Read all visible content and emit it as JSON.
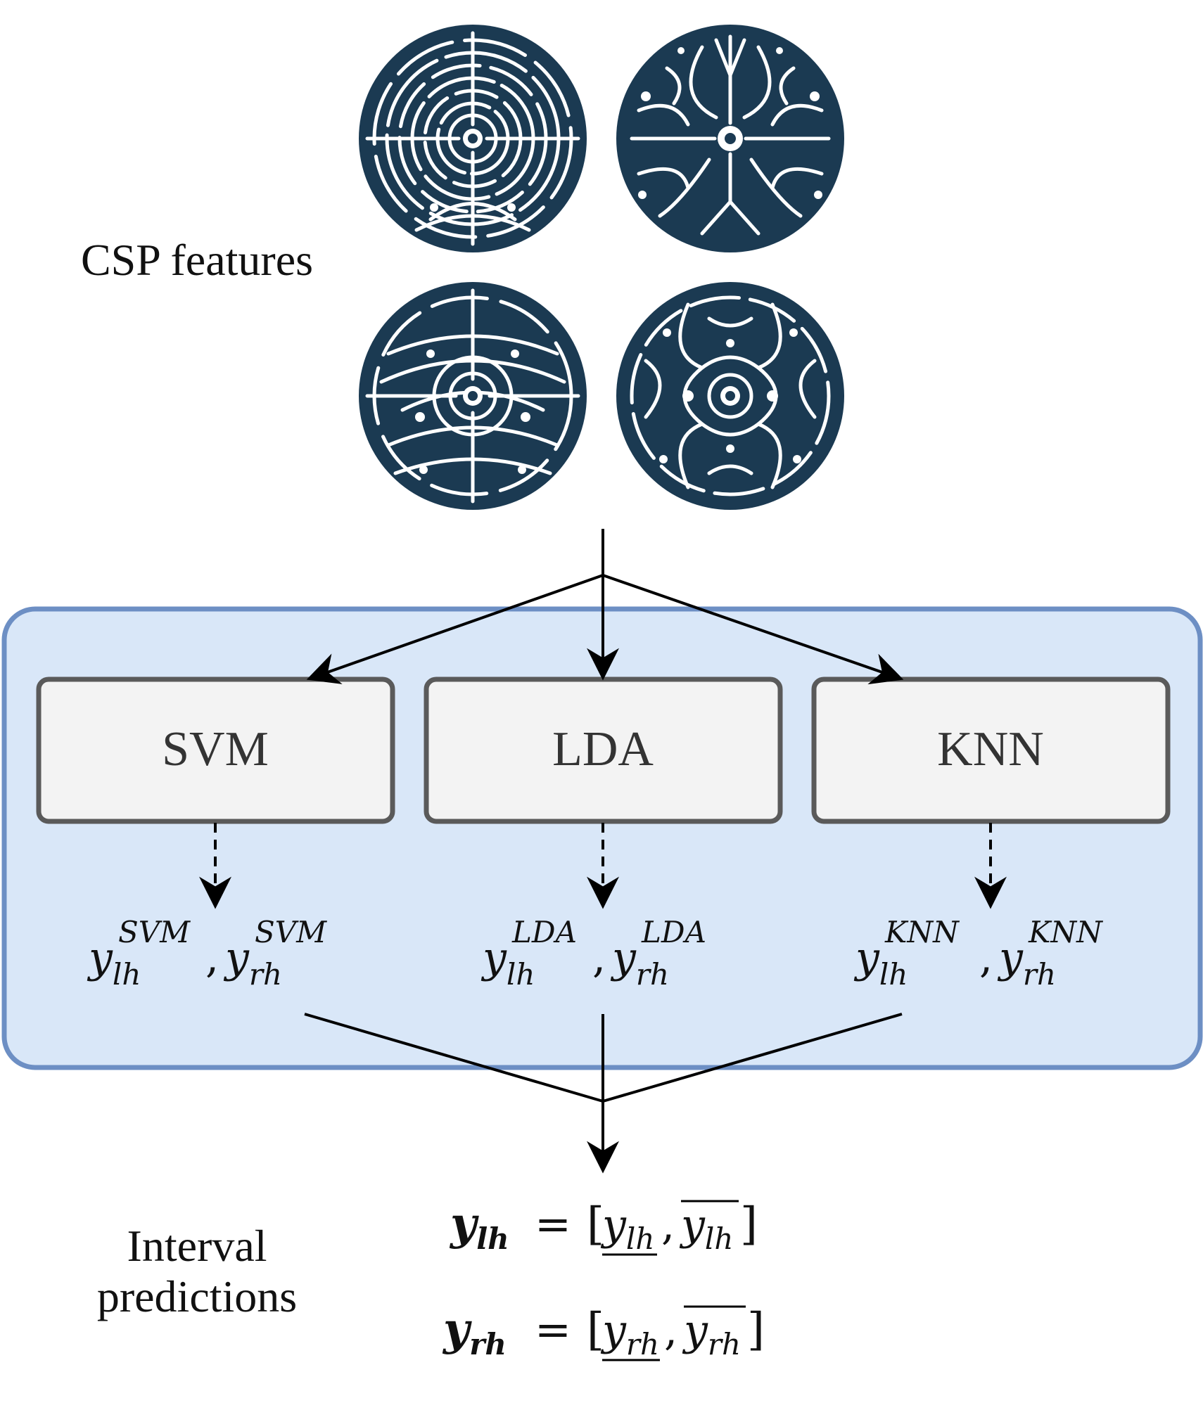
{
  "input": {
    "label": "CSP features",
    "patterns": [
      "csp-pattern-icon",
      "csp-pattern-icon",
      "csp-pattern-icon",
      "csp-pattern-icon"
    ]
  },
  "ensemble": {
    "classifiers": [
      {
        "name": "SVM",
        "output": {
          "symbol": "y",
          "left_sub": "lh",
          "right_sub": "rh",
          "sup": "SVM"
        }
      },
      {
        "name": "LDA",
        "output": {
          "symbol": "y",
          "left_sub": "lh",
          "right_sub": "rh",
          "sup": "LDA"
        }
      },
      {
        "name": "KNN",
        "output": {
          "symbol": "y",
          "left_sub": "lh",
          "right_sub": "rh",
          "sup": "KNN"
        }
      }
    ]
  },
  "result": {
    "label_line1": "Interval",
    "label_line2": "predictions",
    "equations": [
      {
        "var": "y",
        "sub": "lh",
        "equals": "=",
        "open": "[",
        "sep": ",",
        "close": "]"
      },
      {
        "var": "y",
        "sub": "rh",
        "equals": "=",
        "open": "[",
        "sep": ",",
        "close": "]"
      }
    ]
  },
  "colors": {
    "disc": "#1b3a52",
    "disc_lines": "#ffffff",
    "panel_fill": "#d9e7f8",
    "panel_border": "#6d8fc4",
    "box_fill": "#f3f3f3",
    "box_border": "#5a5a5a",
    "arrow": "#000000"
  }
}
